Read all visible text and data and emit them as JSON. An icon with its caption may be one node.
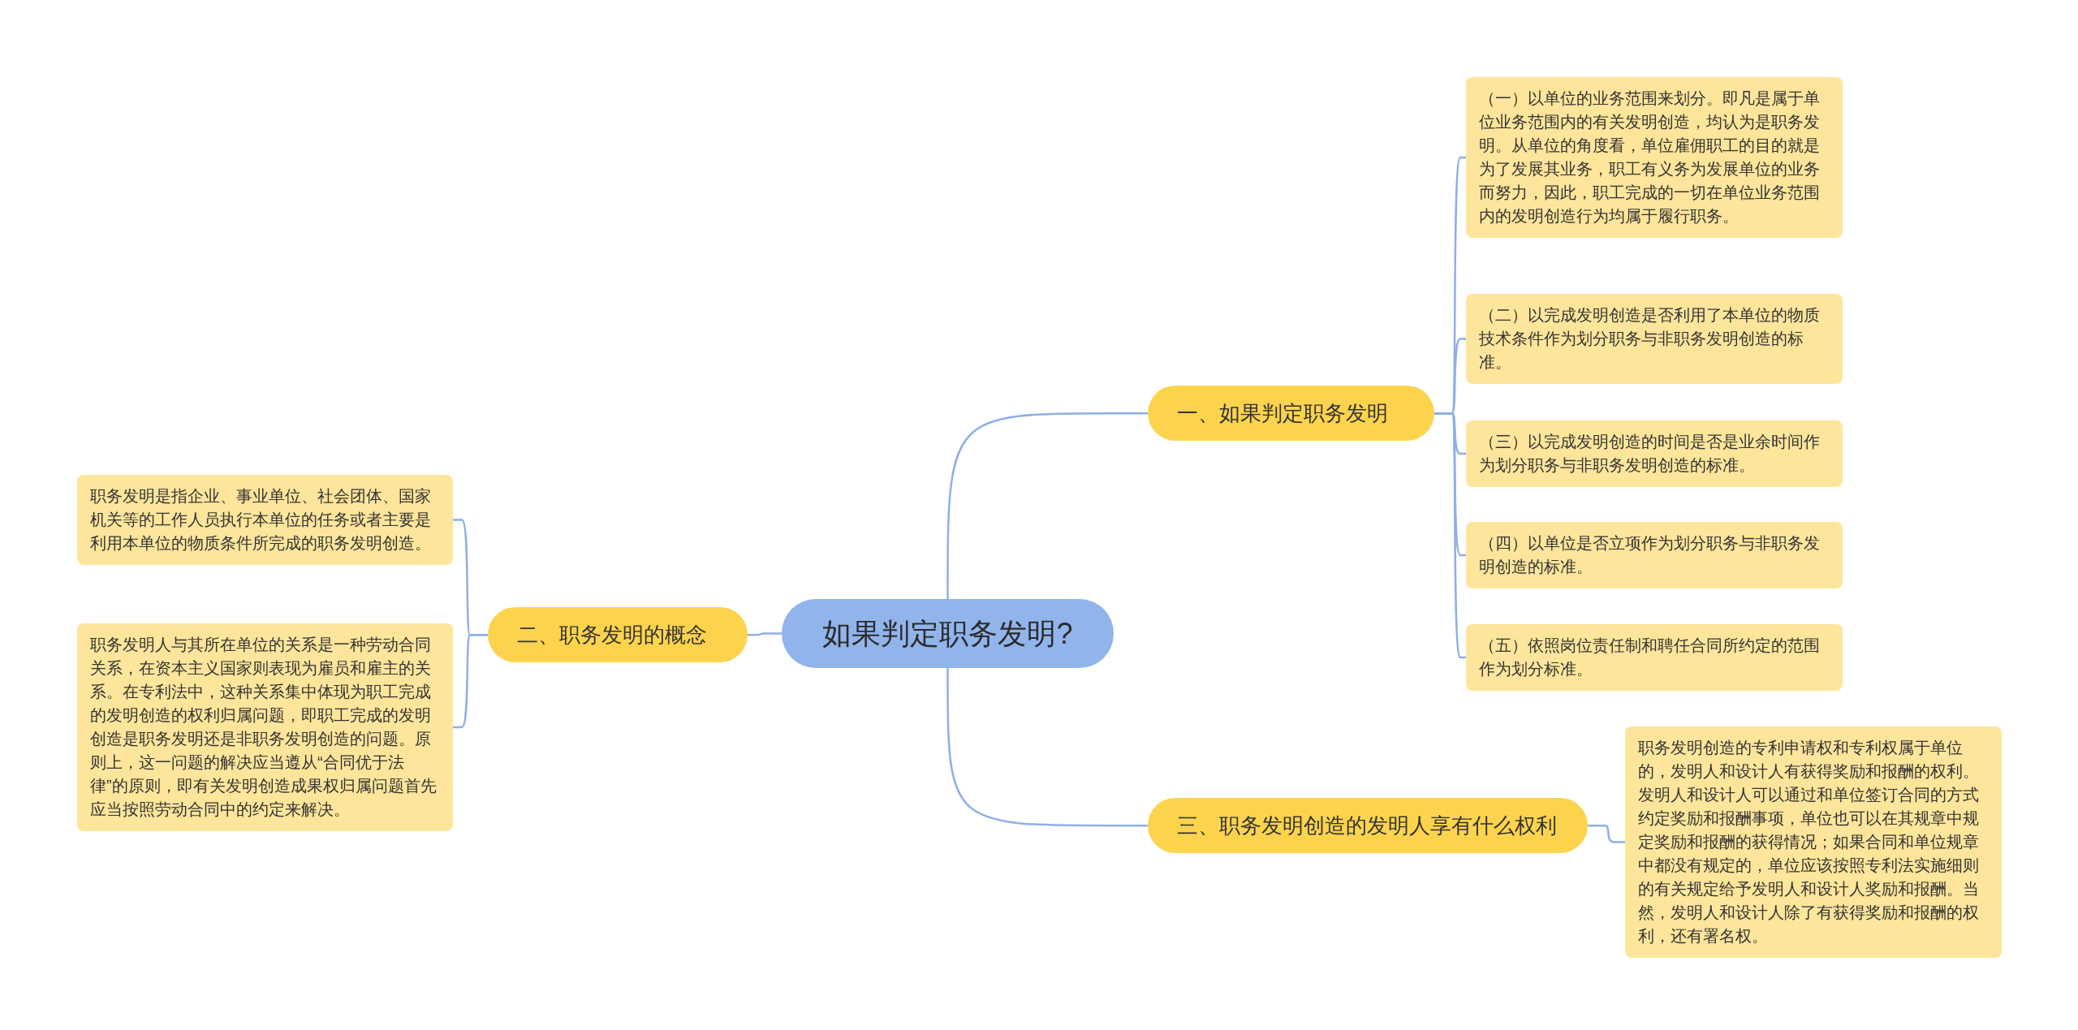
{
  "diagram": {
    "nodes": [
      {
        "text": [
          "如果判定职务发明?"
        ]
      },
      {
        "text": [
          "一、如果判定职务发明"
        ]
      },
      {
        "text": [
          "（一）以单位的业务范围来划分。即凡是属于单位业务范围内的有关发明创造，均认为是职务发明。从单位的角度看，单位雇佣职工的目的就是为了发展其业务，职工有义务为发展单位的业务而努力，因此，职工完成的一切在单位业务范围内的发明创造行为均属于履行职务。"
        ]
      },
      {
        "text": [
          "（二）以完成发明创造是否利用了本单位的物质技术条件作为划分职务与非职务发明创造的标准。"
        ]
      },
      {
        "text": [
          "（三）以完成发明创造的时间是否是业余时间作为划分职务与非职务发明创造的标准。"
        ]
      },
      {
        "text": [
          "（四）以单位是否立项作为划分职务与非职务发明创造的标准。"
        ]
      },
      {
        "text": [
          "（五）依照岗位责任制和聘任合同所约定的范围作为划分标准。"
        ]
      },
      {
        "text": [
          "二、职务发明的概念"
        ]
      },
      {
        "text": [
          "职务发明是指企业、事业单位、社会团体、国家机关等的工作人员执行本单位的任务或者主要是利用本单位的物质条件所完成的职务发明创造。"
        ]
      },
      {
        "text": [
          "职务发明人与其所在单位的关系是一种劳动合同关系，在资本主义国家则表现为雇员和雇主的关系。在专利法中，这种关系集中体现为职工完成的发明创造的权利归属问题，即职工完成的发明创造是职务发明还是非职务发明创造的问题。原则上，这一问题的解决应当遵从“合同优于法律”的原则，即有关发明创造成果权归属问题首先应当按照劳动合同中的约定来解决。"
        ]
      },
      {
        "text": [
          "三、职务发明创造的发明人享有什么权利"
        ]
      },
      {
        "text": [
          "职务发明创造的专利申请权和专利权属于单位的，发明人和设计人有获得奖励和报酬的权利。发明人和设计人可以通过和单位签订合同的方式约定奖励和报酬事项，单位也可以在其规章中规定奖励和报酬的获得情况；如果合同和单位规章中都没有规定的，单位应该按照专利法实施细则的有关规定给予发明人和设计人奖励和报酬。当然，发明人和设计人除了有获得奖励和报酬的权利，还有署名权。"
        ]
      }
    ],
    "edges": [
      {
        "from": 0,
        "to": 1,
        "arrow": "none"
      },
      {
        "from": 1,
        "to": 2,
        "arrow": "none"
      },
      {
        "from": 1,
        "to": 3,
        "arrow": "none"
      },
      {
        "from": 1,
        "to": 4,
        "arrow": "none"
      },
      {
        "from": 1,
        "to": 5,
        "arrow": "none"
      },
      {
        "from": 1,
        "to": 6,
        "arrow": "none"
      },
      {
        "from": 0,
        "to": 7,
        "arrow": "none"
      },
      {
        "from": 7,
        "to": 8,
        "arrow": "none"
      },
      {
        "from": 7,
        "to": 9,
        "arrow": "none"
      },
      {
        "from": 0,
        "to": 10,
        "arrow": "none"
      },
      {
        "from": 10,
        "to": 11,
        "arrow": "none"
      }
    ]
  }
}
